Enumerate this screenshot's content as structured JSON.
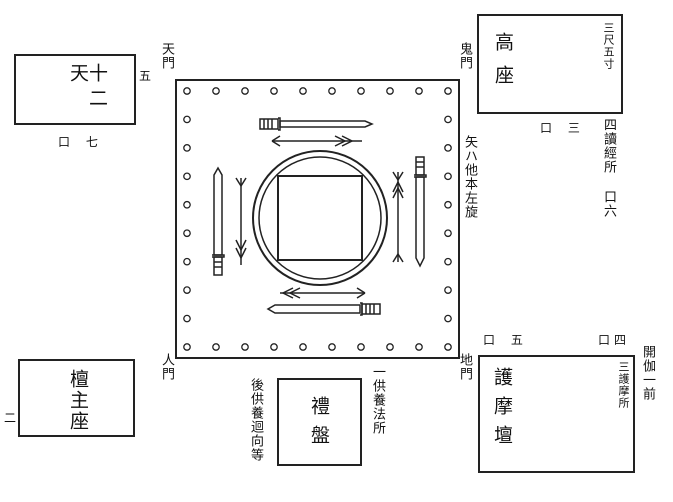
{
  "boxes": {
    "twelve_devas": {
      "title": "十二天",
      "side_label": "五",
      "below_label": "口 七"
    },
    "high_seat": {
      "title": "高座",
      "note": "三尺五寸",
      "below_label": "口 三"
    },
    "altar_master_seat": {
      "title": "檀主座",
      "side_label": "二"
    },
    "homa_altar": {
      "title": "護摩壇",
      "top_label": "口 五",
      "note": "三護摩所"
    },
    "ritual_tray": {
      "title": "禮盤"
    }
  },
  "gates": {
    "heaven": "天門",
    "demon": "鬼門",
    "human": "人門",
    "earth": "地門"
  },
  "annotations": {
    "sutra_reading": "四讀經所 口六",
    "arrow_note": "矢ハ他本左旋",
    "offering_rite": "一供養法所",
    "post_offering": "後供養迴向等",
    "four_mark": "口四",
    "opening": "開伽一前"
  }
}
